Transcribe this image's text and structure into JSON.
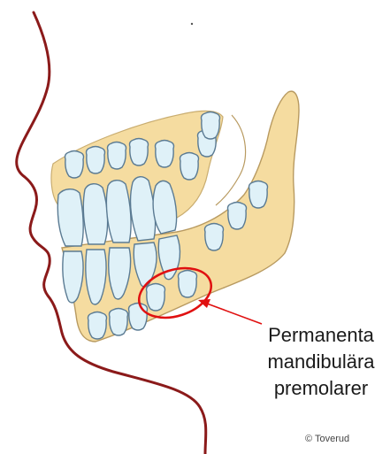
{
  "label": {
    "lines": [
      "Permanenta",
      "mandibulära",
      "premolarer"
    ]
  },
  "credit": "© Toverud",
  "colors": {
    "bone": "#f5dca0",
    "bone_outline": "#b89a60",
    "tooth_fill": "#dff1f8",
    "tooth_outline": "#5b7b93",
    "profile": "#8b1a1a",
    "highlight": "#e01010"
  }
}
